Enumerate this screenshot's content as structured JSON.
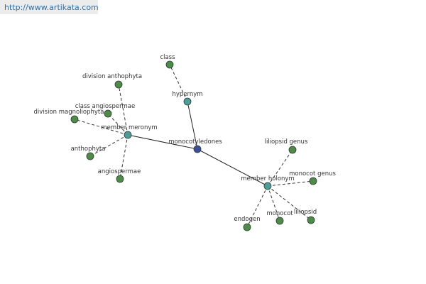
{
  "header": {
    "url": "http://www.artikata.com"
  },
  "colors": {
    "leaf_node": "#4f8a4a",
    "relation_node": "#4f9a9a",
    "center_node": "#3f4e9a",
    "node_stroke": "#2b3d2b"
  },
  "graph": {
    "center": {
      "id": "monocotyledones",
      "label": "monocotyledones"
    },
    "relations": [
      {
        "id": "hypernym",
        "label": "hypernym",
        "children": [
          {
            "id": "class",
            "label": "class"
          }
        ]
      },
      {
        "id": "member-meronym",
        "label": "member meronym",
        "children": [
          {
            "id": "division-anthophyta",
            "label": "division anthophyta"
          },
          {
            "id": "class-angiospermae",
            "label": "class angiospermae"
          },
          {
            "id": "division-magnoliophyta",
            "label": "division magnoliophyta"
          },
          {
            "id": "anthophyta",
            "label": "anthophyta"
          },
          {
            "id": "angiospermae",
            "label": "angiospermae"
          }
        ]
      },
      {
        "id": "member-holonym",
        "label": "member holonym",
        "children": [
          {
            "id": "liliopsid-genus",
            "label": "liliopsid genus"
          },
          {
            "id": "monocot-genus",
            "label": "monocot genus"
          },
          {
            "id": "endogen",
            "label": "endogen"
          },
          {
            "id": "monocot",
            "label": "monocot"
          },
          {
            "id": "liliopsid",
            "label": "liliopsid"
          }
        ]
      }
    ]
  }
}
